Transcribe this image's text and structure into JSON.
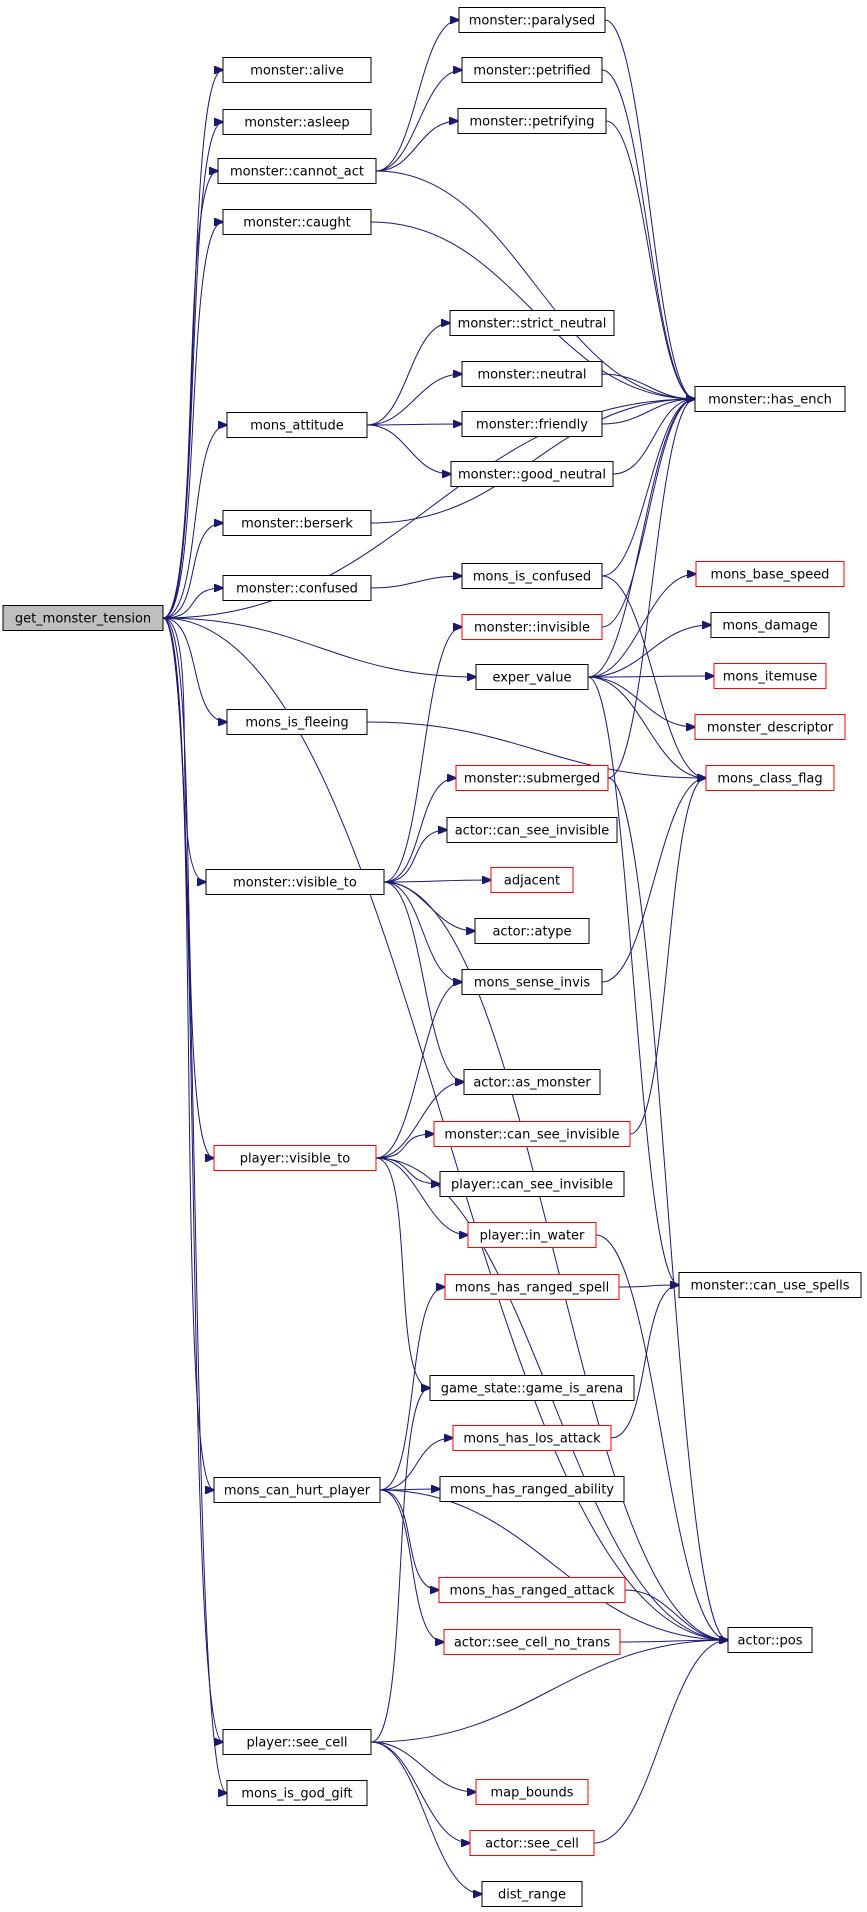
{
  "colors": {
    "edge": "#191970",
    "border_normal": "#000000",
    "border_truncated": "#ff0000",
    "root_fill": "#bfbfbf",
    "node_fill": "#ffffff"
  },
  "nodes": [
    {
      "id": "root",
      "label": "get_monster_tension",
      "kind": "root"
    },
    {
      "id": "alive",
      "label": "monster::alive",
      "kind": "normal"
    },
    {
      "id": "asleep",
      "label": "monster::asleep",
      "kind": "normal"
    },
    {
      "id": "cannot_act",
      "label": "monster::cannot_act",
      "kind": "normal"
    },
    {
      "id": "caught",
      "label": "monster::caught",
      "kind": "normal"
    },
    {
      "id": "mons_attitude",
      "label": "mons_attitude",
      "kind": "normal"
    },
    {
      "id": "berserk",
      "label": "monster::berserk",
      "kind": "normal"
    },
    {
      "id": "confused",
      "label": "monster::confused",
      "kind": "normal"
    },
    {
      "id": "mons_is_fleeing",
      "label": "mons_is_fleeing",
      "kind": "normal"
    },
    {
      "id": "m_visible_to",
      "label": "monster::visible_to",
      "kind": "normal"
    },
    {
      "id": "p_visible_to",
      "label": "player::visible_to",
      "kind": "truncated"
    },
    {
      "id": "mons_can_hurt_player",
      "label": "mons_can_hurt_player",
      "kind": "normal"
    },
    {
      "id": "p_see_cell",
      "label": "player::see_cell",
      "kind": "normal"
    },
    {
      "id": "mons_is_god_gift",
      "label": "mons_is_god_gift",
      "kind": "normal"
    },
    {
      "id": "paralysed",
      "label": "monster::paralysed",
      "kind": "normal"
    },
    {
      "id": "petrified",
      "label": "monster::petrified",
      "kind": "normal"
    },
    {
      "id": "petrifying",
      "label": "monster::petrifying",
      "kind": "normal"
    },
    {
      "id": "strict_neutral",
      "label": "monster::strict_neutral",
      "kind": "normal"
    },
    {
      "id": "neutral",
      "label": "monster::neutral",
      "kind": "normal"
    },
    {
      "id": "friendly",
      "label": "monster::friendly",
      "kind": "normal"
    },
    {
      "id": "good_neutral",
      "label": "monster::good_neutral",
      "kind": "normal"
    },
    {
      "id": "mons_is_confused",
      "label": "mons_is_confused",
      "kind": "normal"
    },
    {
      "id": "m_invisible",
      "label": "monster::invisible",
      "kind": "truncated"
    },
    {
      "id": "exper_value",
      "label": "exper_value",
      "kind": "normal"
    },
    {
      "id": "m_submerged",
      "label": "monster::submerged",
      "kind": "truncated"
    },
    {
      "id": "a_can_see_invisible",
      "label": "actor::can_see_invisible",
      "kind": "normal"
    },
    {
      "id": "adjacent",
      "label": "adjacent",
      "kind": "truncated"
    },
    {
      "id": "a_atype",
      "label": "actor::atype",
      "kind": "normal"
    },
    {
      "id": "mons_sense_invis",
      "label": "mons_sense_invis",
      "kind": "normal"
    },
    {
      "id": "a_as_monster",
      "label": "actor::as_monster",
      "kind": "normal"
    },
    {
      "id": "m_can_see_invisible",
      "label": "monster::can_see_invisible",
      "kind": "truncated"
    },
    {
      "id": "p_can_see_invisible",
      "label": "player::can_see_invisible",
      "kind": "normal"
    },
    {
      "id": "p_in_water",
      "label": "player::in_water",
      "kind": "truncated"
    },
    {
      "id": "mons_has_ranged_spell",
      "label": "mons_has_ranged_spell",
      "kind": "truncated"
    },
    {
      "id": "game_is_arena",
      "label": "game_state::game_is_arena",
      "kind": "normal"
    },
    {
      "id": "mons_has_los_attack",
      "label": "mons_has_los_attack",
      "kind": "truncated"
    },
    {
      "id": "mons_has_ranged_ability",
      "label": "mons_has_ranged_ability",
      "kind": "normal"
    },
    {
      "id": "mons_has_ranged_attack",
      "label": "mons_has_ranged_attack",
      "kind": "truncated"
    },
    {
      "id": "a_see_cell_no_trans",
      "label": "actor::see_cell_no_trans",
      "kind": "truncated"
    },
    {
      "id": "map_bounds",
      "label": "map_bounds",
      "kind": "truncated"
    },
    {
      "id": "a_see_cell",
      "label": "actor::see_cell",
      "kind": "truncated"
    },
    {
      "id": "dist_range",
      "label": "dist_range",
      "kind": "normal"
    },
    {
      "id": "has_ench",
      "label": "monster::has_ench",
      "kind": "normal"
    },
    {
      "id": "mons_base_speed",
      "label": "mons_base_speed",
      "kind": "truncated"
    },
    {
      "id": "mons_damage",
      "label": "mons_damage",
      "kind": "normal"
    },
    {
      "id": "mons_itemuse",
      "label": "mons_itemuse",
      "kind": "truncated"
    },
    {
      "id": "monster_descriptor",
      "label": "monster_descriptor",
      "kind": "truncated"
    },
    {
      "id": "mons_class_flag",
      "label": "mons_class_flag",
      "kind": "truncated"
    },
    {
      "id": "can_use_spells",
      "label": "monster::can_use_spells",
      "kind": "normal"
    },
    {
      "id": "a_pos",
      "label": "actor::pos",
      "kind": "normal"
    }
  ],
  "edges": [
    [
      "root",
      "alive"
    ],
    [
      "root",
      "asleep"
    ],
    [
      "root",
      "cannot_act"
    ],
    [
      "root",
      "caught"
    ],
    [
      "root",
      "has_ench"
    ],
    [
      "root",
      "mons_attitude"
    ],
    [
      "root",
      "berserk"
    ],
    [
      "root",
      "confused"
    ],
    [
      "root",
      "exper_value"
    ],
    [
      "root",
      "mons_is_fleeing"
    ],
    [
      "root",
      "m_visible_to"
    ],
    [
      "root",
      "p_visible_to"
    ],
    [
      "root",
      "mons_can_hurt_player"
    ],
    [
      "root",
      "a_pos"
    ],
    [
      "root",
      "p_see_cell"
    ],
    [
      "root",
      "mons_is_god_gift"
    ],
    [
      "cannot_act",
      "paralysed"
    ],
    [
      "cannot_act",
      "petrified"
    ],
    [
      "cannot_act",
      "petrifying"
    ],
    [
      "cannot_act",
      "has_ench"
    ],
    [
      "paralysed",
      "has_ench"
    ],
    [
      "petrified",
      "has_ench"
    ],
    [
      "petrifying",
      "has_ench"
    ],
    [
      "caught",
      "has_ench"
    ],
    [
      "mons_attitude",
      "strict_neutral"
    ],
    [
      "mons_attitude",
      "neutral"
    ],
    [
      "mons_attitude",
      "friendly"
    ],
    [
      "mons_attitude",
      "good_neutral"
    ],
    [
      "neutral",
      "has_ench"
    ],
    [
      "friendly",
      "has_ench"
    ],
    [
      "good_neutral",
      "has_ench"
    ],
    [
      "berserk",
      "has_ench"
    ],
    [
      "confused",
      "mons_is_confused"
    ],
    [
      "mons_is_confused",
      "has_ench"
    ],
    [
      "mons_is_confused",
      "mons_class_flag"
    ],
    [
      "m_invisible",
      "has_ench"
    ],
    [
      "exper_value",
      "mons_base_speed"
    ],
    [
      "exper_value",
      "mons_damage"
    ],
    [
      "exper_value",
      "mons_itemuse"
    ],
    [
      "exper_value",
      "monster_descriptor"
    ],
    [
      "exper_value",
      "mons_class_flag"
    ],
    [
      "exper_value",
      "has_ench"
    ],
    [
      "exper_value",
      "can_use_spells"
    ],
    [
      "mons_is_fleeing",
      "mons_class_flag"
    ],
    [
      "m_submerged",
      "has_ench"
    ],
    [
      "m_submerged",
      "a_pos"
    ],
    [
      "m_visible_to",
      "m_invisible"
    ],
    [
      "m_visible_to",
      "m_submerged"
    ],
    [
      "m_visible_to",
      "a_can_see_invisible"
    ],
    [
      "m_visible_to",
      "adjacent"
    ],
    [
      "m_visible_to",
      "a_atype"
    ],
    [
      "m_visible_to",
      "mons_sense_invis"
    ],
    [
      "m_visible_to",
      "a_as_monster"
    ],
    [
      "m_visible_to",
      "a_pos"
    ],
    [
      "mons_sense_invis",
      "mons_class_flag"
    ],
    [
      "p_visible_to",
      "mons_sense_invis"
    ],
    [
      "p_visible_to",
      "a_as_monster"
    ],
    [
      "p_visible_to",
      "m_can_see_invisible"
    ],
    [
      "p_visible_to",
      "p_can_see_invisible"
    ],
    [
      "p_visible_to",
      "p_in_water"
    ],
    [
      "p_visible_to",
      "game_is_arena"
    ],
    [
      "p_visible_to",
      "a_pos"
    ],
    [
      "m_can_see_invisible",
      "mons_class_flag"
    ],
    [
      "p_in_water",
      "a_pos"
    ],
    [
      "mons_has_ranged_spell",
      "can_use_spells"
    ],
    [
      "mons_has_los_attack",
      "can_use_spells"
    ],
    [
      "mons_can_hurt_player",
      "mons_has_ranged_spell"
    ],
    [
      "mons_can_hurt_player",
      "mons_has_los_attack"
    ],
    [
      "mons_can_hurt_player",
      "mons_has_ranged_ability"
    ],
    [
      "mons_can_hurt_player",
      "a_pos"
    ],
    [
      "mons_can_hurt_player",
      "mons_has_ranged_attack"
    ],
    [
      "mons_can_hurt_player",
      "a_see_cell_no_trans"
    ],
    [
      "mons_has_ranged_attack",
      "a_pos"
    ],
    [
      "a_see_cell_no_trans",
      "a_pos"
    ],
    [
      "p_see_cell",
      "game_is_arena"
    ],
    [
      "p_see_cell",
      "a_pos"
    ],
    [
      "p_see_cell",
      "map_bounds"
    ],
    [
      "p_see_cell",
      "a_see_cell"
    ],
    [
      "p_see_cell",
      "dist_range"
    ],
    [
      "a_see_cell",
      "a_pos"
    ]
  ]
}
